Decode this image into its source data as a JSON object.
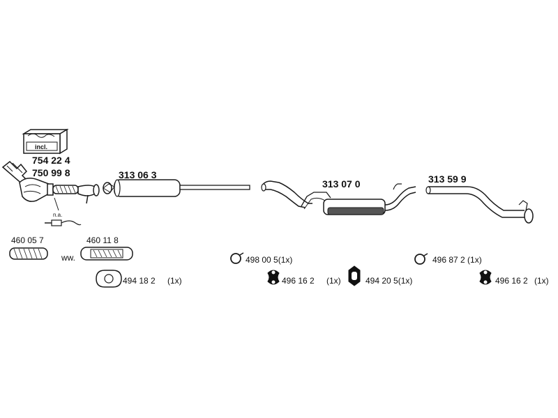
{
  "labels": {
    "incl": "incl.",
    "cat_a": "754 22 4",
    "cat_b": "750 99 8",
    "front": "313 06 3",
    "middle": "313 07 0",
    "rear": "313 59 9",
    "na": "n.a.",
    "ww": "ww.",
    "flex_a": "460 05 7",
    "flex_b": "460 11 8",
    "gasket": "494 18 2",
    "gasket_qty": "(1x)",
    "clamp_mid": "498 00 5(1x)",
    "hanger_mid_a": "496 16 2",
    "hanger_mid_a_qty": "(1x)",
    "hanger_mid_b": "494 20 5(1x)",
    "clamp_rear": "496 87 2 (1x)",
    "hanger_rear": "496 16 2",
    "hanger_rear_qty": "(1x)"
  },
  "colors": {
    "line": "#1a1a1a",
    "fill": "#ffffff",
    "shade": "#555555"
  }
}
